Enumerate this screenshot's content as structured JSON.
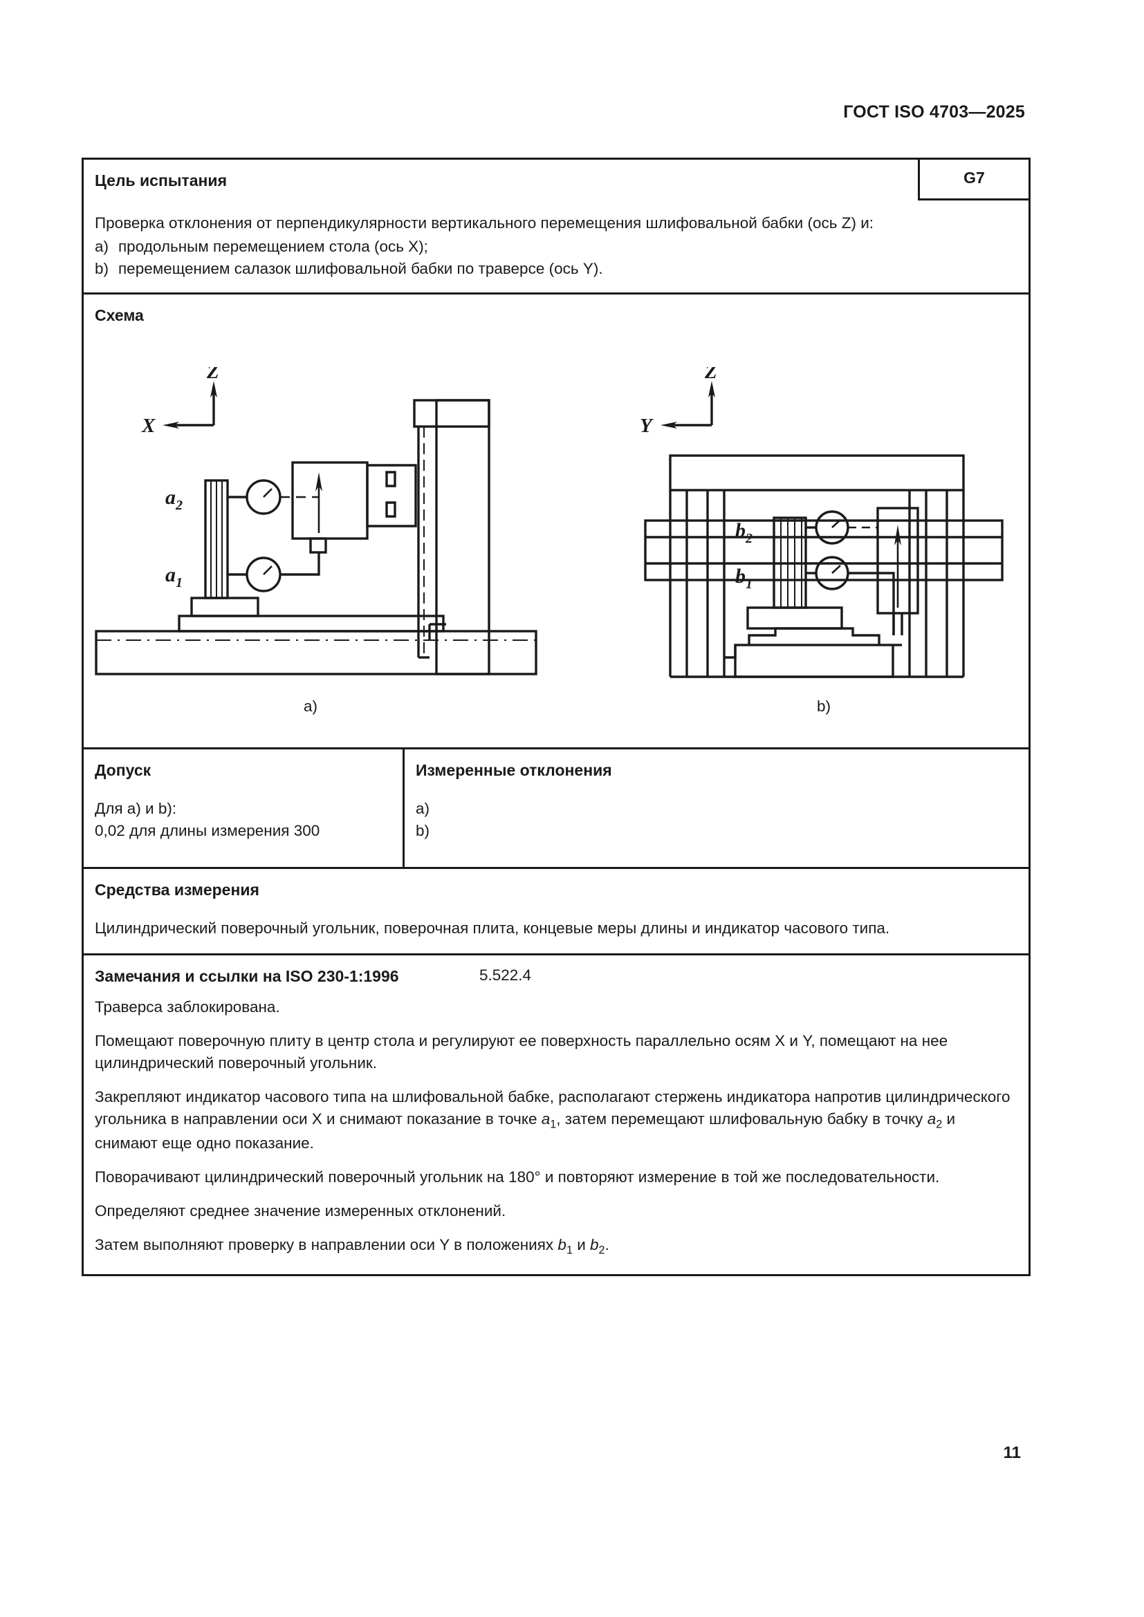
{
  "header": {
    "standard_title": "ГОСТ ISO 4703—2025",
    "page_number": "11"
  },
  "test_sheet": {
    "purpose": {
      "title": "Цель испытания",
      "code": "G7",
      "lead": "Проверка отклонения от перпендикулярности вертикального перемещения шлифовальной бабки (ось Z) и:",
      "items": [
        {
          "marker": "a)",
          "text": "продольным перемещением стола (ось X);"
        },
        {
          "marker": "b)",
          "text": "перемещением салазок шлифовальной бабки по траверсе (ось Y)."
        }
      ]
    },
    "scheme": {
      "title": "Схема",
      "caption_a": "a)",
      "caption_b": "b)",
      "diagram_a": {
        "axis_vertical": "Z",
        "axis_horizontal": "X",
        "indicator_upper": "a",
        "indicator_upper_sub": "2",
        "indicator_lower": "a",
        "indicator_lower_sub": "1"
      },
      "diagram_b": {
        "axis_vertical": "Z",
        "axis_horizontal": "Y",
        "indicator_upper": "b",
        "indicator_upper_sub": "2",
        "indicator_lower": "b",
        "indicator_lower_sub": "1"
      }
    },
    "tolerance": {
      "title": "Допуск",
      "line1": "Для a) и b):",
      "line2": "0,02 для длины измерения 300"
    },
    "measured": {
      "title": "Измеренные отклонения",
      "item_a": "a)",
      "item_b": "b)"
    },
    "instruments": {
      "title": "Средства измерения",
      "text": "Цилиндрический поверочный угольник, поверочная плита, концевые меры длины и индикатор часового типа."
    },
    "remarks": {
      "title": "Замечания и ссылки на ISO 230-1:1996",
      "reference": "5.522.4",
      "paragraphs": {
        "p1": "Траверса заблокирована.",
        "p2": "Помещают поверочную плиту в центр стола и регулируют ее поверхность параллельно осям X и Y, помещают на нее цилиндрический поверочный угольник.",
        "p3_part1": "Закрепляют индикатор часового типа на шлифовальной бабке, располагают стержень индикатора напротив цилиндрического угольника в направлении оси X и снимают показание в точке ",
        "p3_sym1": "a",
        "p3_sub1": "1",
        "p3_part2": ", затем перемещают шлифовальную бабку в точку ",
        "p3_sym2": "a",
        "p3_sub2": "2",
        "p3_part3": " и снимают еще одно показание.",
        "p4": "Поворачивают цилиндрический поверочный угольник на 180° и повторяют измерение в той же последовательности.",
        "p5": "Определяют среднее значение измеренных отклонений.",
        "p6_part1": "Затем выполняют проверку в направлении оси Y в положениях ",
        "p6_sym1": "b",
        "p6_sub1": "1",
        "p6_part2": " и ",
        "p6_sym2": "b",
        "p6_sub2": "2",
        "p6_part3": "."
      }
    }
  },
  "colors": {
    "ink": "#1a1a1a",
    "paper": "#ffffff"
  }
}
